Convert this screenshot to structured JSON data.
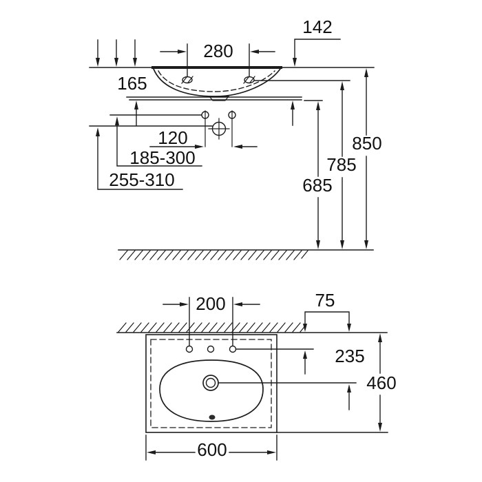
{
  "colors": {
    "line": "#1c1c1c",
    "background": "#ffffff"
  },
  "side": {
    "wall_offset": "142",
    "rim_hole_spacing": "280",
    "basin_depth": "165",
    "fixing_spacing": "120",
    "range_upper": "185-300",
    "range_lower": "255-310",
    "h_bottom": "685",
    "h_mid": "785",
    "h_top": "850"
  },
  "plan": {
    "tap_spacing": "200",
    "wall_to_fixing": "75",
    "wall_to_drain": "235",
    "depth": "460",
    "width": "600"
  }
}
